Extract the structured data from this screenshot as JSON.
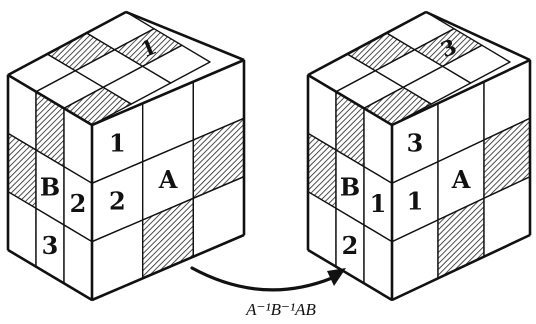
{
  "cubes": [
    {
      "id": "before",
      "top": [
        "",
        "hatch",
        "",
        "",
        "",
        "hatch",
        "hatch",
        "",
        ""
      ],
      "left": [
        "",
        "hatch",
        "",
        "hatch",
        "",
        "",
        "",
        "",
        ""
      ],
      "right": [
        "",
        "",
        "",
        "",
        "",
        "hatch",
        "",
        "hatch",
        ""
      ],
      "labels": [
        {
          "face": "top",
          "cell": 5,
          "text": "1",
          "name": "sticker-label-before-top-1"
        },
        {
          "face": "left",
          "cell": 4,
          "text": "B",
          "name": "sticker-label-before-left-B"
        },
        {
          "face": "left",
          "cell": 5,
          "text": "2",
          "name": "sticker-label-before-left-2"
        },
        {
          "face": "left",
          "cell": 7,
          "text": "3",
          "name": "sticker-label-before-left-3"
        },
        {
          "face": "right",
          "cell": 0,
          "text": "1",
          "name": "sticker-label-before-right-1"
        },
        {
          "face": "right",
          "cell": 3,
          "text": "2",
          "name": "sticker-label-before-right-2"
        },
        {
          "face": "right",
          "cell": 4,
          "text": "A",
          "name": "sticker-label-before-right-A"
        }
      ]
    },
    {
      "id": "after",
      "top": [
        "",
        "hatch",
        "",
        "",
        "",
        "hatch",
        "hatch",
        "",
        ""
      ],
      "left": [
        "",
        "hatch",
        "",
        "hatch",
        "",
        "",
        "",
        "",
        ""
      ],
      "right": [
        "",
        "",
        "",
        "",
        "",
        "hatch",
        "",
        "hatch",
        ""
      ],
      "labels": [
        {
          "face": "top",
          "cell": 5,
          "text": "3",
          "name": "sticker-label-after-top-3"
        },
        {
          "face": "left",
          "cell": 4,
          "text": "B",
          "name": "sticker-label-after-left-B"
        },
        {
          "face": "left",
          "cell": 5,
          "text": "1",
          "name": "sticker-label-after-left-1"
        },
        {
          "face": "left",
          "cell": 7,
          "text": "2",
          "name": "sticker-label-after-left-2"
        },
        {
          "face": "right",
          "cell": 0,
          "text": "3",
          "name": "sticker-label-after-right-3"
        },
        {
          "face": "right",
          "cell": 3,
          "text": "1",
          "name": "sticker-label-after-right-1"
        },
        {
          "face": "right",
          "cell": 4,
          "text": "A",
          "name": "sticker-label-after-right-A"
        }
      ]
    }
  ],
  "caption": "A⁻¹B⁻¹AB"
}
